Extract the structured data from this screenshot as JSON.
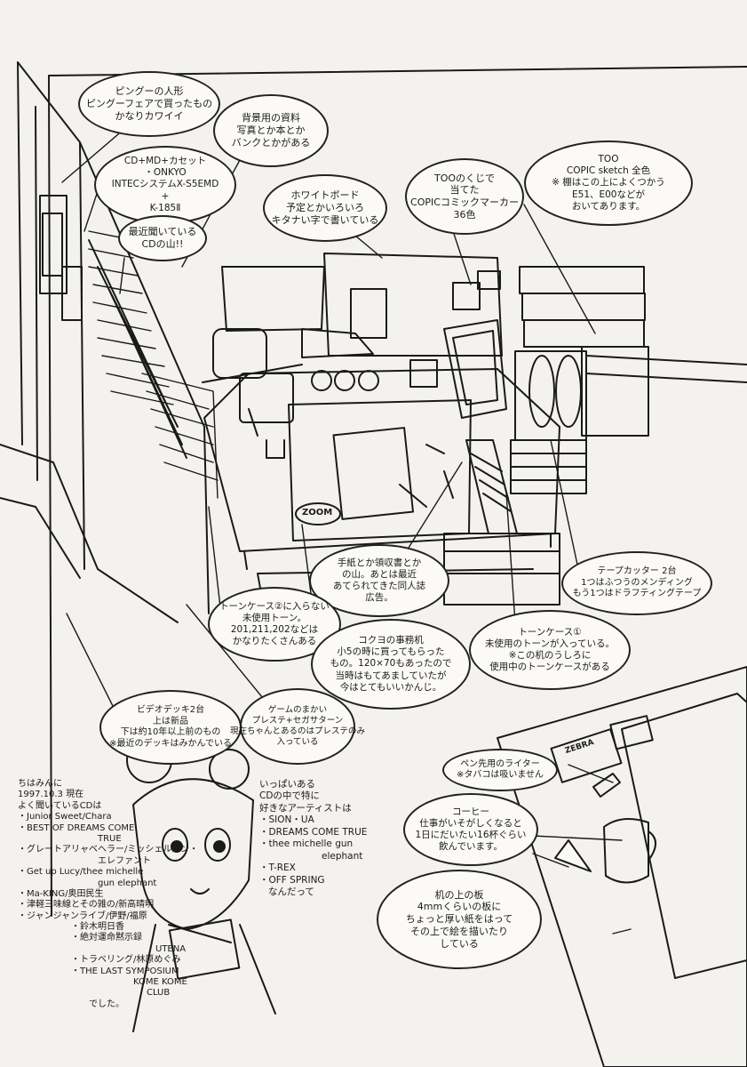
{
  "bubbles": {
    "doll": [
      "ピングーの人形",
      "ピングーフェアで買ったもの",
      "かなりカワイイ"
    ],
    "audio": [
      "CD+MD+カセット",
      "・ONKYO",
      "INTECシステムX-S5EMD",
      "+",
      "K-185Ⅱ"
    ],
    "cds": [
      "最近聞いている",
      "CDの山!!"
    ],
    "materials": [
      "背景用の資料",
      "写真とか本とか",
      "バンクとかがある"
    ],
    "whiteboard": [
      "ホワイトボード",
      "予定とかいろいろ",
      "キタナい字で書いている"
    ],
    "markers": [
      "TOOのくじで",
      "当てた",
      "COPICコミックマーカー",
      "36色"
    ],
    "copic": [
      "TOO",
      "COPIC sketch 全色",
      "※ 棚はこの上によくつかう",
      "E51、E00などが",
      "おいてあります。"
    ],
    "tape": [
      "テープカッター 2台",
      "1つはふつうのメンディング",
      "もう1つはドラフティングテープ"
    ],
    "letters": [
      "手紙とか領収書とか",
      "の山。あとは最近",
      "あてられてきた同人誌",
      "広告。"
    ],
    "tone_left": [
      "トーンケース②に入らない",
      "未使用トーン。",
      "201,211,202などは",
      "かなりたくさんある"
    ],
    "desk": [
      "コクヨの事務机",
      "小5の時に買ってもらった",
      "もの。120×70もあったので",
      "当時はもてあましていたが",
      "今はとてもいいかんじ。"
    ],
    "tone_case": [
      "トーンケース①",
      "未使用のトーンが入っている。",
      "※この机のうしろに",
      "使用中のトーンケースがある"
    ],
    "video": [
      "ビデオデッキ2台",
      "上は新品",
      "下は約10年以上前のもの",
      "※最近のデッキはみかんでいる"
    ],
    "game": [
      "ゲームのまかい",
      "プレステ+セガサターン",
      "現在ちゃんとあるのはプレステのみ",
      "入っている"
    ],
    "lighter": [
      "ペン先用のライター",
      "※タバコは吸いません"
    ],
    "coffee": [
      "コーヒー",
      "仕事がいそがしくなると",
      "1日にだいたい16杯ぐらい",
      "飲んでいます。"
    ],
    "board": [
      "机の上の板",
      "4mmくらいの板に",
      "ちょっと厚い紙をはって",
      "その上で絵を描いたり",
      "している"
    ]
  },
  "notes": {
    "left": [
      "ちはみんに",
      "1997.10.3 現在",
      "よく聞いているCDは",
      "・Junior Sweet/Chara",
      "・BEST OF DREAMS COME",
      "TRUE",
      "・グレートアリャベヘラー/ミッシェルガン・",
      "エレファント",
      "・Get up Lucy/thee michelle",
      "gun elephant",
      "・Ma-KING/奥田民生",
      "・津軽三味線とその雑の/新高晴明",
      "・ジャンジャンライブ/伊野/福原",
      "・鈴木明日香",
      "・絶対運命黙示録",
      "UTENA",
      "・トラベリング/林原めぐみ",
      "・THE LAST SYMPOSIUM",
      "KOME KOME",
      "CLUB",
      "でした。"
    ],
    "right": [
      "いっぱいある",
      "CDの中で特に",
      "好きなアーティストは",
      "・SION・UA",
      "・DREAMS COME TRUE",
      "・thee michelle gun",
      "elephant",
      "・T-REX",
      "・OFF SPRING",
      "なんだって"
    ]
  },
  "labels": {
    "zoom": "ZOOM",
    "zebra": "ZEBRA"
  },
  "colors": {
    "ink": "#1a1a1a",
    "paper": "#f4f2ee",
    "bubble": "#fbfaf7"
  }
}
